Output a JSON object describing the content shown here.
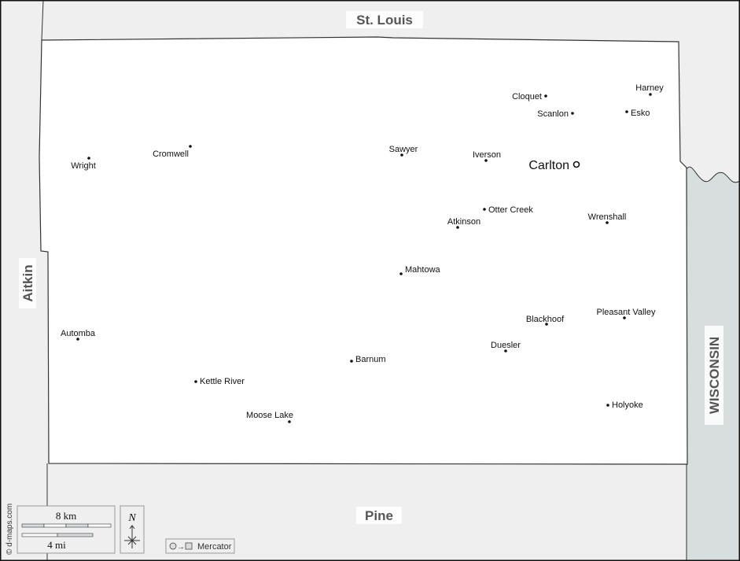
{
  "regions": {
    "north": "St. Louis",
    "west": "Aitkin",
    "south": "Pine",
    "east": "WISCONSIN"
  },
  "county_seat": "Carlton",
  "cities": [
    "Cloquet",
    "Harney",
    "Scanlon",
    "Esko",
    "Wright",
    "Cromwell",
    "Sawyer",
    "Iverson",
    "Otter Creek",
    "Atkinson",
    "Wrenshall",
    "Mahtowa",
    "Blackhoof",
    "Pleasant Valley",
    "Automba",
    "Duesler",
    "Barnum",
    "Kettle River",
    "Holyoke",
    "Moose Lake"
  ],
  "scale": {
    "km": "8 km",
    "mi": "4 mi"
  },
  "north_label": "N",
  "projection": "Mercator",
  "credit": "© d-maps.com",
  "colors": {
    "background": "#efefef",
    "county": "#ffffff",
    "wisconsin": "#d8dedd",
    "border": "#333333"
  }
}
